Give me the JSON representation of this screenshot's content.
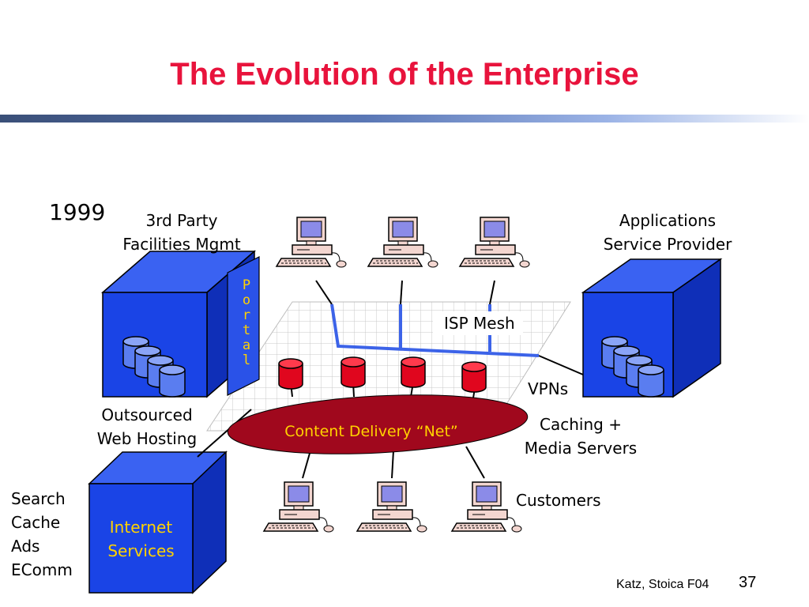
{
  "slide": {
    "title": "The Evolution of the Enterprise",
    "year": "1999",
    "footer": "Katz, Stoica F04",
    "page_number": "37"
  },
  "labels": {
    "facilities_line1": "3rd Party",
    "facilities_line2": "Facilities Mgmt",
    "asp_line1": "Applications",
    "asp_line2": "Service Provider",
    "portal_letters": [
      "P",
      "o",
      "r",
      "t",
      "a",
      "l"
    ],
    "isp_mesh": "ISP Mesh",
    "vpns": "VPNs",
    "outsourced_line1": "Outsourced",
    "outsourced_line2": "Web Hosting",
    "cdn": "Content Delivery “Net”",
    "caching_line1": "Caching +",
    "caching_line2": "Media Servers",
    "search_list": [
      "Search",
      "Cache",
      "Ads",
      "EComm"
    ],
    "internet_line1": "Internet",
    "internet_line2": "Services",
    "customers": "Customers"
  },
  "colors": {
    "title": "#e8133c",
    "box_front": "#1a44e6",
    "box_top": "#3a62f2",
    "box_side": "#0f2fb8",
    "cdn_fill": "#a0081d",
    "cache_server": "#e0061e",
    "mesh_link": "#3c63e8",
    "portal": "#2a52e8"
  }
}
